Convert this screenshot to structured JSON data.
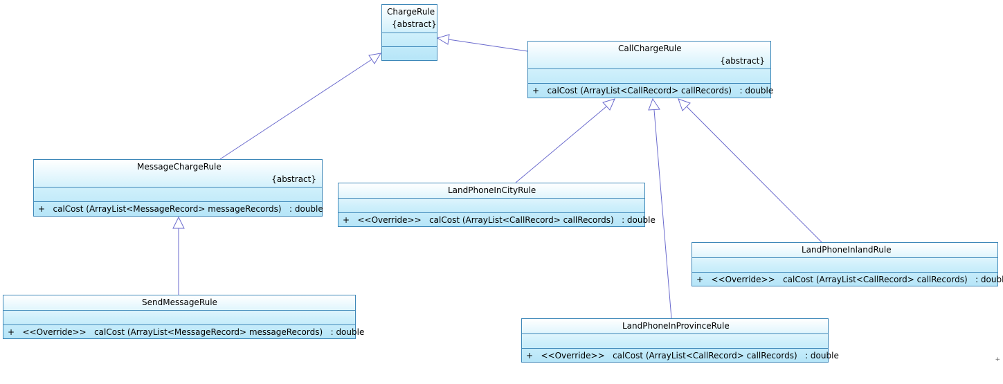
{
  "diagram": {
    "classes": {
      "charge_rule": {
        "name": "ChargeRule",
        "stereotype": "{abstract}",
        "operations": []
      },
      "call_charge_rule": {
        "name": "CallChargeRule",
        "stereotype": "{abstract}",
        "operations": [
          "+   calCost (ArrayList<CallRecord> callRecords)   : double"
        ]
      },
      "message_charge_rule": {
        "name": "MessageChargeRule",
        "stereotype": "{abstract}",
        "operations": [
          "+   calCost (ArrayList<MessageRecord> messageRecords)   : double"
        ]
      },
      "send_message_rule": {
        "name": "SendMessageRule",
        "operations": [
          "+   <<Override>>   calCost (ArrayList<MessageRecord> messageRecords)   : double"
        ]
      },
      "land_phone_in_city_rule": {
        "name": "LandPhoneInCityRule",
        "operations": [
          "+   <<Override>>   calCost (ArrayList<CallRecord> callRecords)   : double"
        ]
      },
      "land_phone_inland_rule": {
        "name": "LandPhoneInlandRule",
        "operations": [
          "+   <<Override>>   calCost (ArrayList<CallRecord> callRecords)   : double"
        ]
      },
      "land_phone_in_province_rule": {
        "name": "LandPhoneInProvinceRule",
        "operations": [
          "+   <<Override>>   calCost (ArrayList<CallRecord> callRecords)   : double"
        ]
      }
    },
    "generalizations": [
      {
        "child": "CallChargeRule",
        "parent": "ChargeRule"
      },
      {
        "child": "MessageChargeRule",
        "parent": "ChargeRule"
      },
      {
        "child": "SendMessageRule",
        "parent": "MessageChargeRule"
      },
      {
        "child": "LandPhoneInCityRule",
        "parent": "CallChargeRule"
      },
      {
        "child": "LandPhoneInProvinceRule",
        "parent": "CallChargeRule"
      },
      {
        "child": "LandPhoneInlandRule",
        "parent": "CallChargeRule"
      }
    ],
    "colors": {
      "border": "#3d87b8",
      "fill_top": "#ffffff",
      "fill_bottom": "#b6e5f8",
      "edge": "#6a6acd"
    },
    "corner_mark": "+"
  }
}
